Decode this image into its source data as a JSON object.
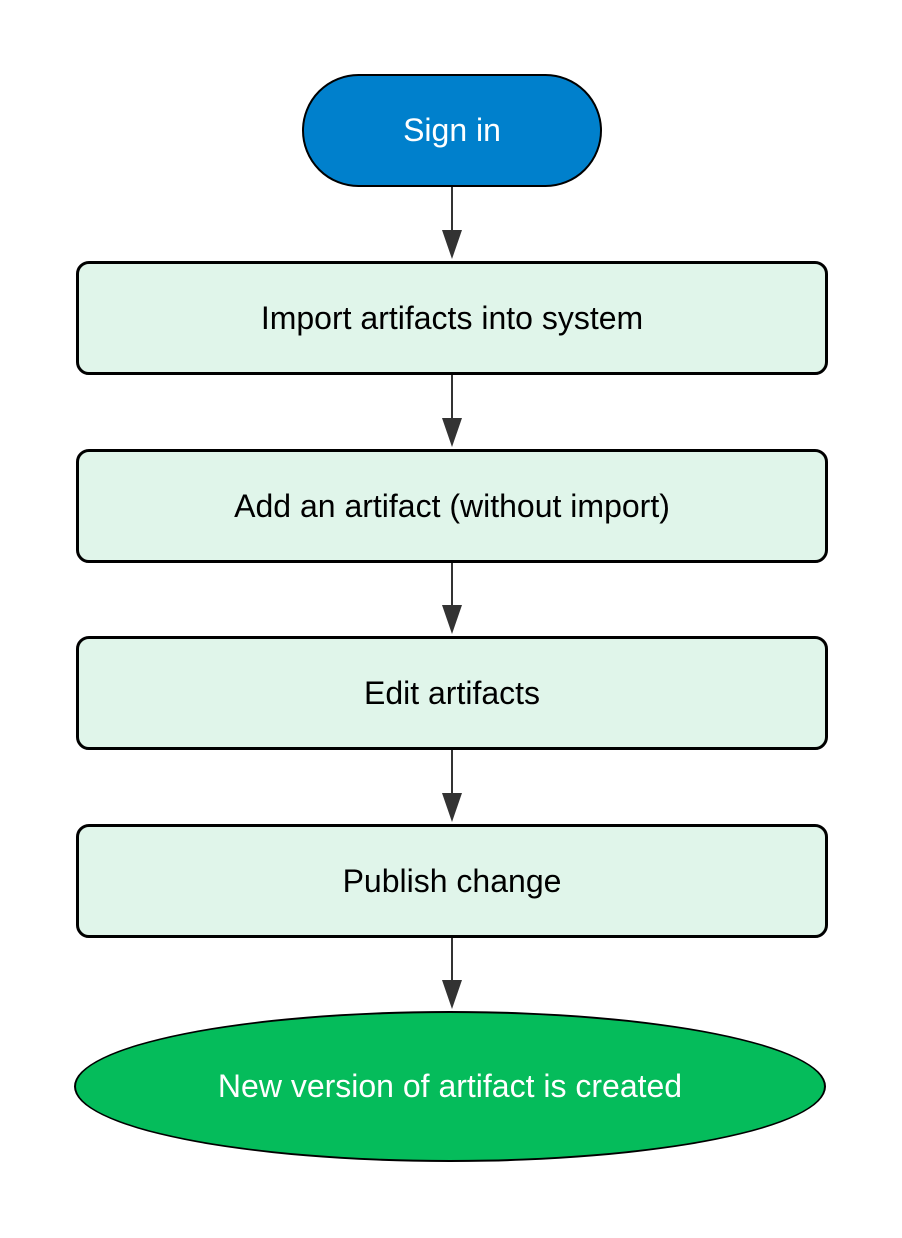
{
  "flowchart": {
    "start": {
      "label": "Sign in"
    },
    "steps": [
      {
        "label": "Import artifacts into system"
      },
      {
        "label": "Add an artifact (without import)"
      },
      {
        "label": "Edit artifacts"
      },
      {
        "label": "Publish change"
      }
    ],
    "end": {
      "label": "New version of artifact is created"
    }
  },
  "colors": {
    "start_fill": "#0080cc",
    "process_fill": "#e0f5ea",
    "end_fill": "#05bc5b",
    "stroke": "#000000",
    "connector": "#333333"
  }
}
